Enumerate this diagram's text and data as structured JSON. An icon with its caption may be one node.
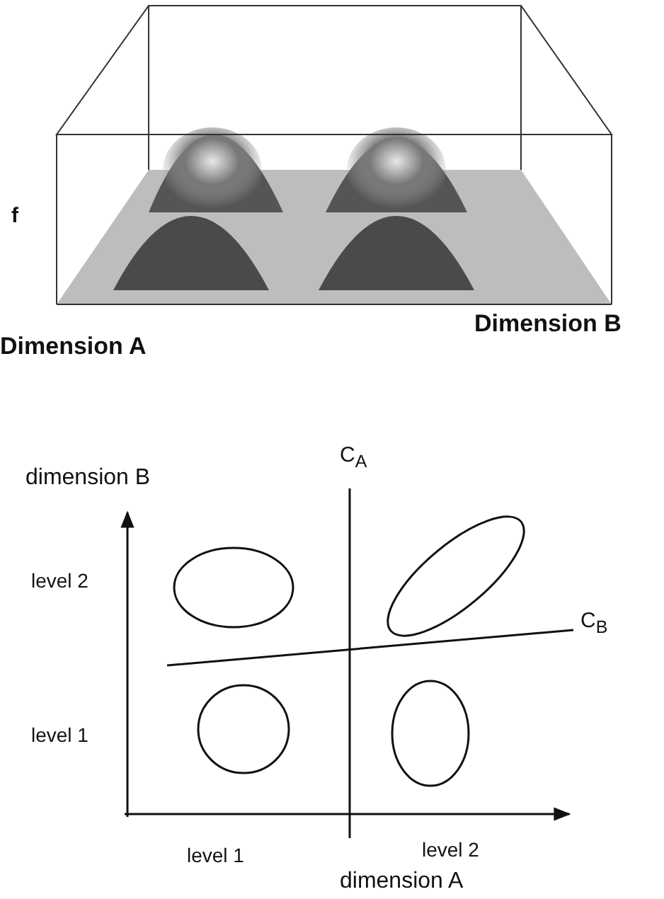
{
  "diagram": {
    "labels": [
      "f",
      "Dimension B",
      "Dimension A",
      "dimension B",
      "C$_{A}$",
      "level 2",
      "C$_{B}$",
      "level 1",
      "level 1",
      "level 2",
      "dimension A"
    ]
  }
}
